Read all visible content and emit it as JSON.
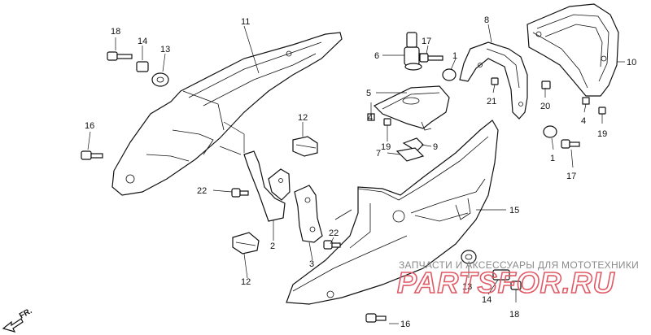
{
  "labels": {
    "l1a": "1",
    "l1b": "1",
    "l2": "2",
    "l3": "3",
    "l4a": "4",
    "l4b": "4",
    "l5": "5",
    "l6": "6",
    "l7": "7",
    "l8": "8",
    "l9": "9",
    "l10": "10",
    "l11": "11",
    "l12a": "12",
    "l12b": "12",
    "l13a": "13",
    "l13b": "13",
    "l14a": "14",
    "l14b": "14",
    "l15": "15",
    "l16a": "16",
    "l16b": "16",
    "l17a": "17",
    "l17b": "17",
    "l18a": "18",
    "l18b": "18",
    "l19a": "19",
    "l19b": "19",
    "l20": "20",
    "l21": "21",
    "l22a": "22",
    "l22b": "22"
  },
  "front_marker": "FR.",
  "watermark": {
    "caption": "ЗАПЧАСТИ И АКСЕССУАРЫ ДЛЯ МОТОТЕХНИКИ",
    "brand": "PARTSFOR.RU"
  }
}
